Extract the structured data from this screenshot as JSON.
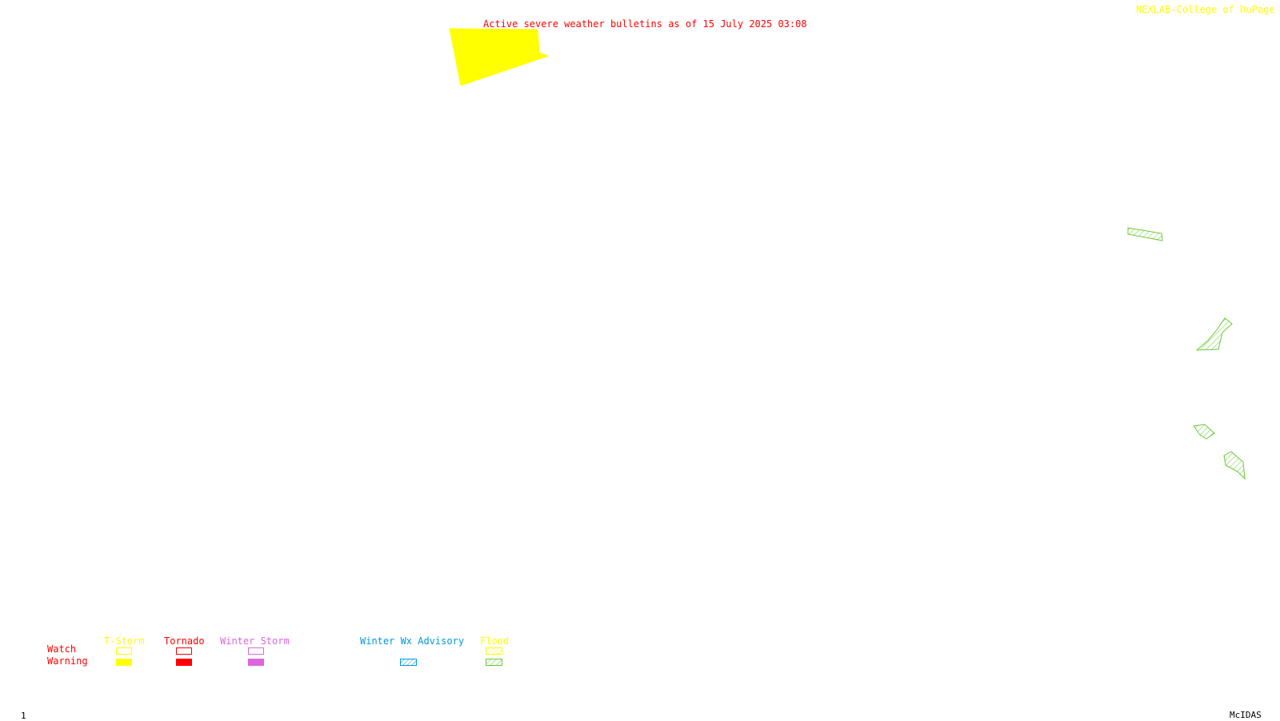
{
  "header": {
    "title": "Active severe weather bulletins as of 15 July 2025 03:08",
    "credit": "NEXLAB-College of DuPage R"
  },
  "footer": {
    "frame_number": "1",
    "software": "McIDAS"
  },
  "colors": {
    "title": "#ff0000",
    "credit": "#ffff00",
    "tstorm": "#ffff00",
    "tornado": "#ff0000",
    "winter_storm": "#dd66dd",
    "winter_advisory": "#0099dd",
    "flood": "#66cc33",
    "footer_text": "#000000",
    "background": "#ffffff"
  },
  "legend": {
    "row_labels": {
      "watch": "Watch",
      "warning": "Warning"
    },
    "categories": [
      {
        "id": "tstorm",
        "label": "T-Storm",
        "color": "#ffff00",
        "watch": "outline",
        "warning": "filled"
      },
      {
        "id": "tornado",
        "label": "Tornado",
        "color": "#ff0000",
        "watch": "outline",
        "warning": "filled"
      },
      {
        "id": "winter-storm",
        "label": "Winter Storm",
        "color": "#dd66dd",
        "watch": "outline",
        "warning": "filled"
      },
      {
        "id": "winter-wx-advisory",
        "label": "Winter Wx Advisory",
        "color": "#0099dd",
        "watch": "none",
        "warning": "hatched"
      },
      {
        "id": "flood",
        "label": "Flood",
        "color": "#66cc33",
        "watch": "hatched-yellow",
        "warning": "hatched"
      }
    ]
  },
  "bulletins": [
    {
      "type": "tstorm-warning",
      "style": "filled",
      "color": "#ffff00"
    },
    {
      "type": "flood-warning",
      "style": "hatched",
      "color": "#66cc33"
    },
    {
      "type": "flood-warning",
      "style": "hatched",
      "color": "#66cc33"
    },
    {
      "type": "flood-warning",
      "style": "hatched",
      "color": "#66cc33"
    },
    {
      "type": "flood-warning",
      "style": "hatched",
      "color": "#66cc33"
    }
  ]
}
